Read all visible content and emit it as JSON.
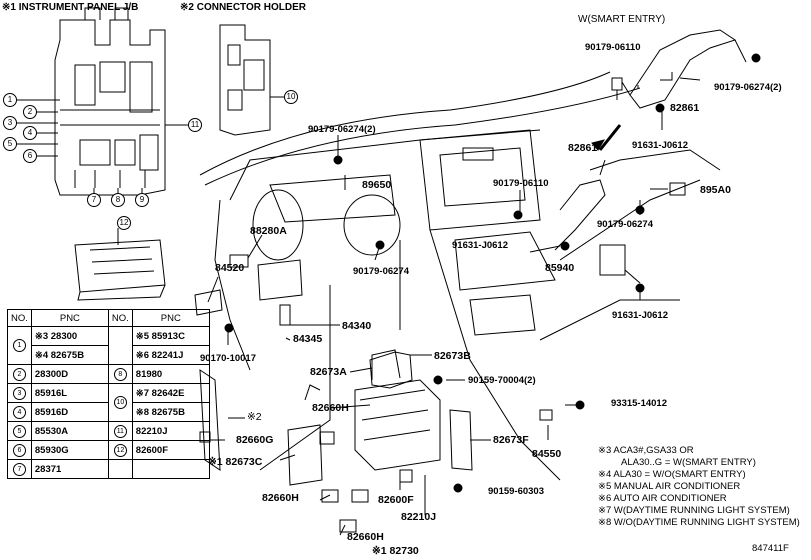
{
  "headers": {
    "instrument_panel": "※1 INSTRUMENT PANEL J/B",
    "connector_holder": "※2 CONNECTOR HOLDER",
    "smart_entry": "W(SMART ENTRY)"
  },
  "callout_numbers": [
    "1",
    "2",
    "3",
    "4",
    "5",
    "6",
    "7",
    "8",
    "9",
    "10",
    "11",
    "12"
  ],
  "part_labels": {
    "p90179_06110_a": "90179-06110",
    "p90179_06274_2_a": "90179-06274(2)",
    "p82861_a": "82861",
    "p91631_j0612_a": "91631-J0612",
    "p90179_06274_2_b": "90179-06274(2)",
    "p89650": "89650",
    "p82861_b": "82861",
    "p90179_06110_b": "90179-06110",
    "p895a0": "895A0",
    "p88280a": "88280A",
    "p90179_06274_a": "90179-06274",
    "p91631_j0612_b": "91631-J0612",
    "p90179_06274_b": "90179-06274",
    "p84520": "84520",
    "p85940": "85940",
    "p91631_j0612_c": "91631-J0612",
    "p84340": "84340",
    "p84345": "84345",
    "p82673b": "82673B",
    "p90170_10017": "90170-10017",
    "p82673a": "82673A",
    "p90159_70004": "90159-70004(2)",
    "p82660h_a": "82660H",
    "p93315_14012": "93315-14012",
    "p2_marker": "※2",
    "p82660g": "82660G",
    "p82673f": "82673F",
    "p82673c": "※1 82673C",
    "p84550": "84550",
    "p82660h_b": "82660H",
    "p82600f": "82600F",
    "p90159_60303": "90159-60303",
    "p82210j": "82210J",
    "p82660h_c": "82660H",
    "p82730": "※1 82730"
  },
  "table": {
    "col_no": "NO.",
    "col_pnc": "PNC",
    "rows": [
      {
        "no": "1",
        "pnc": [
          "※3 28300",
          "※4 82675B"
        ],
        "no2": "",
        "pnc2": [
          "※5 85913C",
          "※6 82241J"
        ]
      },
      {
        "no": "2",
        "pnc": [
          "28300D"
        ],
        "no2": "8",
        "pnc2": [
          "81980"
        ]
      },
      {
        "no": "3",
        "pnc": [
          "85916L"
        ],
        "no2": "10",
        "pnc2": [
          "※7 82642E",
          "※8 82675B"
        ]
      },
      {
        "no": "4",
        "pnc": [
          "85916D"
        ],
        "no2": "",
        "pnc2": []
      },
      {
        "no": "5",
        "pnc": [
          "85530A"
        ],
        "no2": "11",
        "pnc2": [
          "82210J"
        ]
      },
      {
        "no": "6",
        "pnc": [
          "85930G"
        ],
        "no2": "12",
        "pnc2": [
          "82600F"
        ]
      },
      {
        "no": "7",
        "pnc": [
          "28371"
        ],
        "no2": "",
        "pnc2": []
      }
    ]
  },
  "notes": [
    "※3 ACA3#,GSA33 OR",
    "ALA30..G = W(SMART ENTRY)",
    "※4 ALA30 = W/O(SMART ENTRY)",
    "※5 MANUAL AIR CONDITIONER",
    "※6 AUTO AIR CONDITIONER",
    "※7 W(DAYTIME RUNNING LIGHT SYSTEM)",
    "※8 W/O(DAYTIME RUNNING LIGHT SYSTEM)"
  ],
  "diagram_id": "847411F"
}
